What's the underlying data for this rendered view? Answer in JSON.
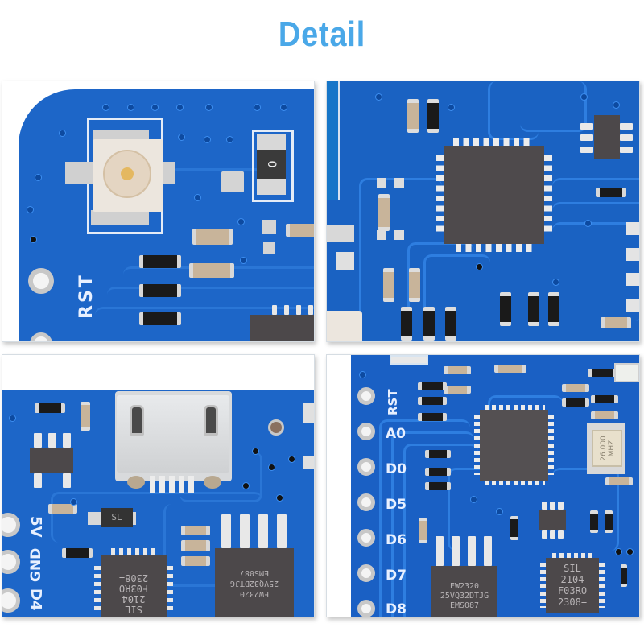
{
  "title": "Detail",
  "colors": {
    "title": "#4aa8e8",
    "pcb_blue": "#1d66c8",
    "trace_blue": "#2e7ee0",
    "chip_body": "#4c484a",
    "pad_silver": "#e8e8e8"
  },
  "panels": [
    {
      "name": "antenna-connector-detail",
      "silkscreen_labels": [
        "RST"
      ],
      "resistor_marking": "0"
    },
    {
      "name": "main-chip-detail",
      "silkscreen_labels": []
    },
    {
      "name": "usb-port-detail",
      "silkscreen_labels": [
        "5V",
        "GND",
        "D4"
      ],
      "diode_marking": "SL",
      "usb_chip": [
        "SIL",
        "2104",
        "F03RO",
        "2308+"
      ],
      "flash_chip": [
        "EW2320",
        "25VQ32DTJG",
        "EMS087"
      ]
    },
    {
      "name": "pin-header-detail",
      "pin_labels": [
        "RST",
        "A0",
        "D0",
        "D5",
        "D6",
        "D7",
        "D8"
      ],
      "crystal_marking": [
        "26.000",
        "MHZ"
      ],
      "usb_chip": [
        "SIL",
        "2104",
        "F03RO",
        "2308+"
      ],
      "flash_chip": [
        "EW2320",
        "25VQ32DTJG",
        "EMS087"
      ]
    }
  ]
}
